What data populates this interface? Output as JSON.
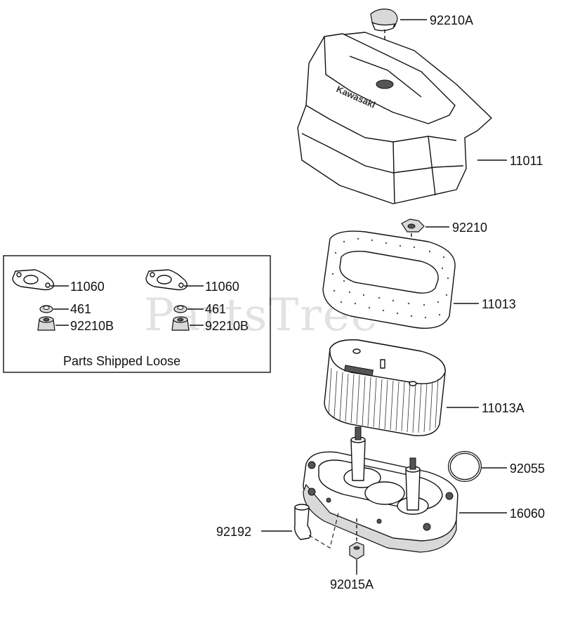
{
  "watermark": "PartsTree",
  "brand_mark": "Kawasaki",
  "loose_box": {
    "caption": "Parts Shipped Loose",
    "left_column": [
      "11060",
      "461",
      "92210B"
    ],
    "right_column": [
      "11060",
      "461",
      "92210B"
    ]
  },
  "callouts": {
    "cap_nut": "92210A",
    "cover": "11011",
    "wing_nut": "92210",
    "pre_cleaner": "11013",
    "filter_element": "11013A",
    "o_ring": "92055",
    "base": "16060",
    "breather_tube": "92192",
    "nut": "92015A"
  }
}
